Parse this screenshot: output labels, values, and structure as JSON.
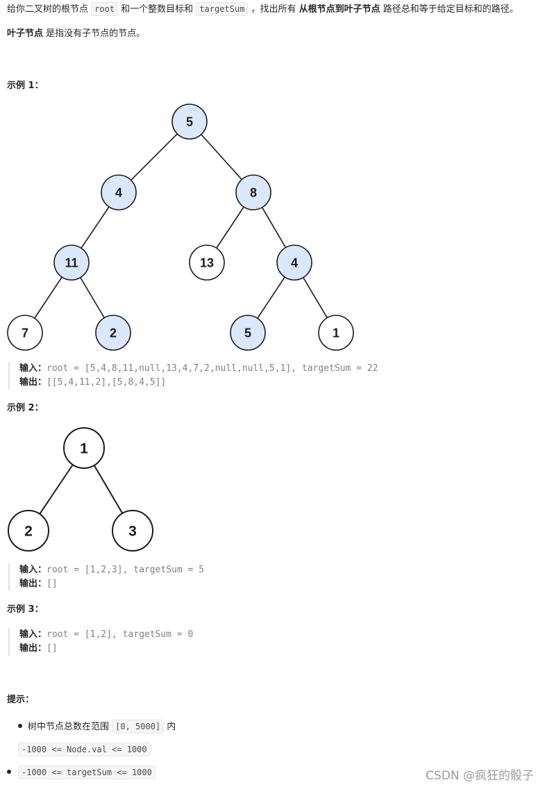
{
  "intro": {
    "p1_part1": "给你二叉树的根节点 ",
    "p1_code1": "root",
    "p1_part2": " 和一个整数目标和 ",
    "p1_code2": "targetSum",
    "p1_part3": " ，找出所有 ",
    "p1_bold": "从根节点到叶子节点",
    "p1_part4": " 路径总和等于给定目标和的路径。",
    "p2_bold": "叶子节点",
    "p2_rest": " 是指没有子节点的节点。"
  },
  "example1": {
    "title": "示例 1：",
    "input_key": "输入：",
    "input_val": "root = [5,4,8,11,null,13,4,7,2,null,null,5,1], targetSum = 22",
    "output_key": "输出：",
    "output_val": "[[5,4,11,2],[5,8,4,5]]"
  },
  "example2": {
    "title": "示例 2：",
    "input_key": "输入：",
    "input_val": "root = [1,2,3], targetSum = 5",
    "output_key": "输出：",
    "output_val": "[]"
  },
  "example3": {
    "title": "示例 3：",
    "input_key": "输入：",
    "input_val": "root = [1,2], targetSum = 0",
    "output_key": "输出：",
    "output_val": "[]"
  },
  "hints": {
    "title": "提示：",
    "items": [
      {
        "prefix": "树中节点总数在范围 ",
        "code": "[0, 5000]",
        "suffix": " 内"
      },
      {
        "prefix": "",
        "code": "-1000 <= Node.val <= 1000",
        "suffix": ""
      },
      {
        "prefix": "",
        "code": "-1000 <= targetSum <= 1000",
        "suffix": ""
      }
    ]
  },
  "tree1": {
    "highlight_color": "#dbe8fb",
    "normal_color": "#ffffff",
    "nodes": [
      {
        "label": "5",
        "highlighted": true
      },
      {
        "label": "4",
        "highlighted": true
      },
      {
        "label": "8",
        "highlighted": true
      },
      {
        "label": "11",
        "highlighted": true
      },
      {
        "label": "13",
        "highlighted": false
      },
      {
        "label": "4",
        "highlighted": true
      },
      {
        "label": "7",
        "highlighted": false
      },
      {
        "label": "2",
        "highlighted": true
      },
      {
        "label": "5",
        "highlighted": true
      },
      {
        "label": "1",
        "highlighted": false
      }
    ]
  },
  "tree2": {
    "nodes": [
      {
        "label": "1"
      },
      {
        "label": "2"
      },
      {
        "label": "3"
      }
    ]
  },
  "watermark": "CSDN @疯狂的骰子"
}
